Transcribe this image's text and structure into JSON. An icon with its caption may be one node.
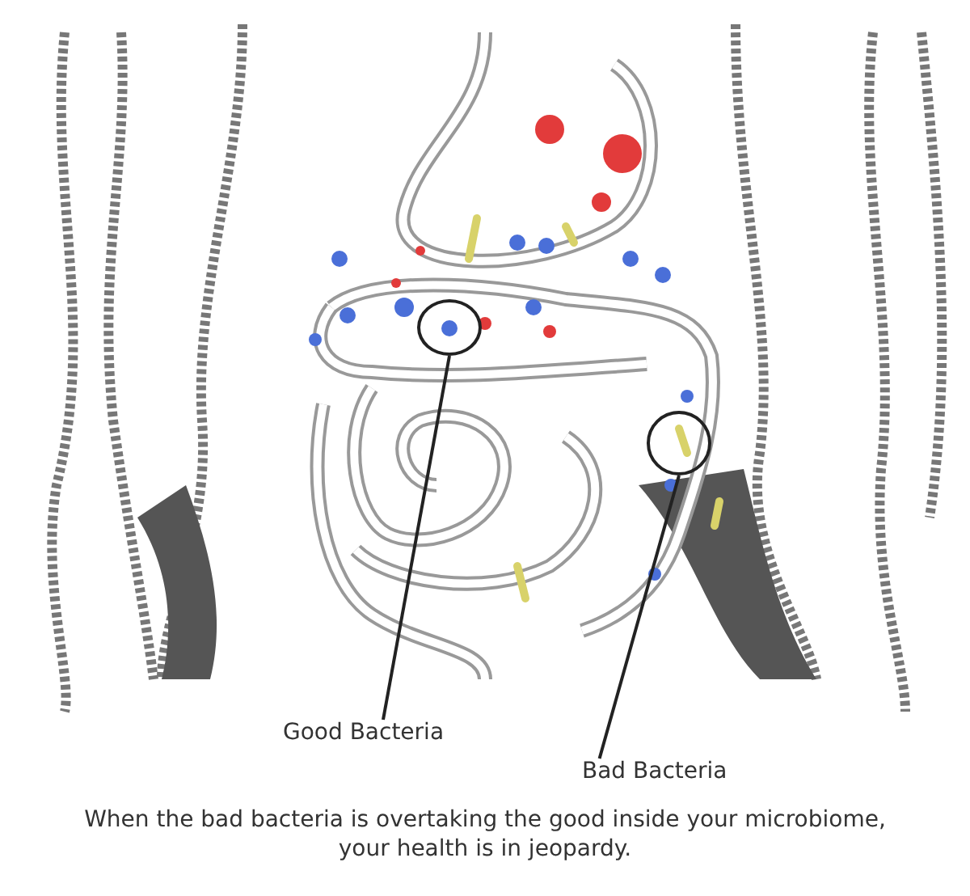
{
  "diagram": {
    "caption": "When the bad bacteria is overtaking the good inside your microbiome, your health is in jeopardy.",
    "nodes": [
      {
        "text": [
          "Good Bacteria"
        ]
      },
      {
        "text": [
          "Bad Bacteria"
        ]
      },
      {
        "text": [],
        "shape": "circle"
      },
      {
        "text": [],
        "shape": "circle"
      }
    ],
    "edges": [
      {
        "from": 0,
        "to": 2,
        "arrow": "none"
      },
      {
        "from": 1,
        "to": 3,
        "arrow": "none"
      }
    ]
  }
}
